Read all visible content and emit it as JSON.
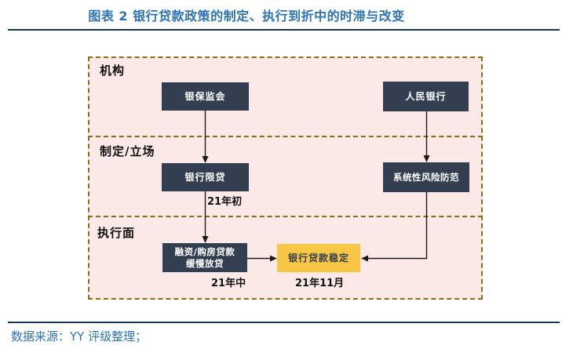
{
  "title": "图表 2 银行贷款政策的制定、执行到折中的时滞与改变",
  "source_note": "数据来源：YY 评级整理；",
  "colors": {
    "title_blue": "#2E74B5",
    "rule_navy": "#17375E",
    "frame_dash_gold": "#8C6D15",
    "panel_pink": "#FBE9E8",
    "node_navy": "#333F50",
    "node_text": "#FFFFFF",
    "highlight_yellow": "#F9C646",
    "label_black": "#111111"
  },
  "diagram": {
    "sections": [
      {
        "label": "机构"
      },
      {
        "label": "制定/立场"
      },
      {
        "label": "执行面"
      }
    ],
    "nodes": {
      "cbirc": {
        "label": "银保监会"
      },
      "pboc": {
        "label": "人民银行"
      },
      "lending_limit": {
        "label": "银行限贷"
      },
      "systemic_risk": {
        "label": "系统性风险防范"
      },
      "slow_lending": {
        "line1": "融资/购房贷款",
        "line2": "缓慢放贷"
      },
      "loan_stable": {
        "label": "银行贷款稳定"
      }
    },
    "time_labels": {
      "early_21": "21年初",
      "mid_21": "21年中",
      "nov_21": "21年11月"
    }
  }
}
